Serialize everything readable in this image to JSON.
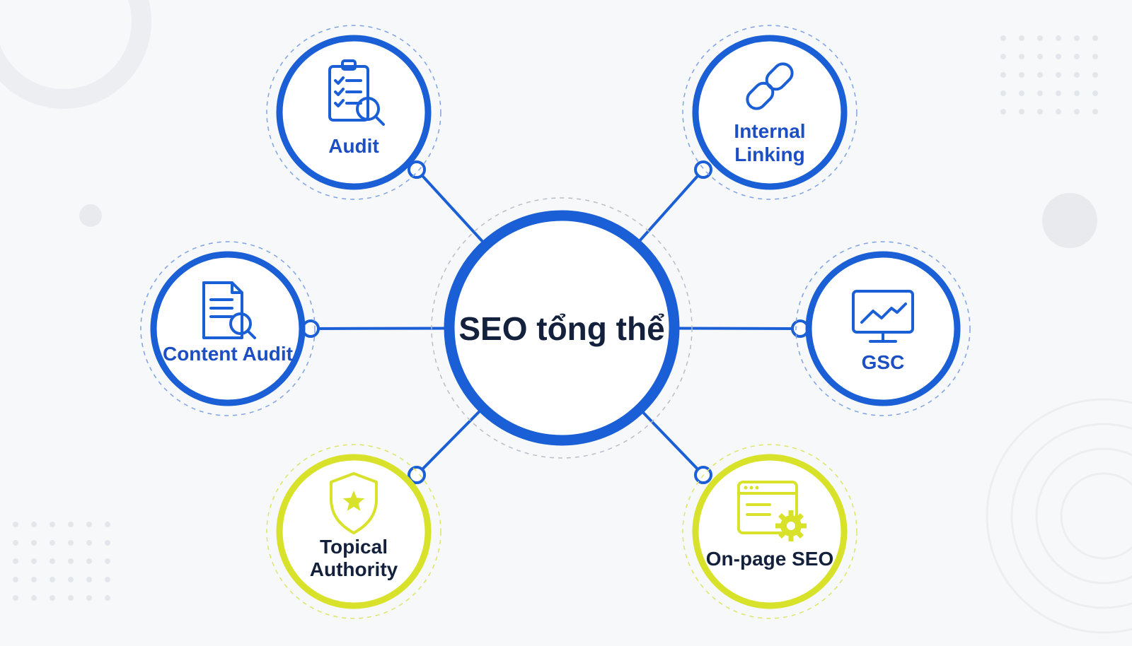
{
  "colors": {
    "blue": "#1b5fd6",
    "blue_text": "#1d4fc4",
    "lime": "#d8e22a",
    "lime_text": "#6a7400",
    "dark": "#14213d",
    "background": "#f7f8fa"
  },
  "center": {
    "label": "SEO tổng thể"
  },
  "nodes": [
    {
      "id": "audit",
      "label_lines": [
        "Audit"
      ],
      "icon": "clipboard-search-icon",
      "color": "blue"
    },
    {
      "id": "internal-linking",
      "label_lines": [
        "Internal",
        "Linking"
      ],
      "icon": "chain-link-icon",
      "color": "blue"
    },
    {
      "id": "content-audit",
      "label_lines": [
        "Content Audit"
      ],
      "icon": "document-search-icon",
      "color": "blue"
    },
    {
      "id": "gsc",
      "label_lines": [
        "GSC"
      ],
      "icon": "monitor-chart-icon",
      "color": "blue"
    },
    {
      "id": "topical-authority",
      "label_lines": [
        "Topical",
        "Authority"
      ],
      "icon": "shield-star-icon",
      "color": "lime"
    },
    {
      "id": "on-page-seo",
      "label_lines": [
        "On-page SEO"
      ],
      "icon": "browser-gear-icon",
      "color": "lime"
    }
  ]
}
